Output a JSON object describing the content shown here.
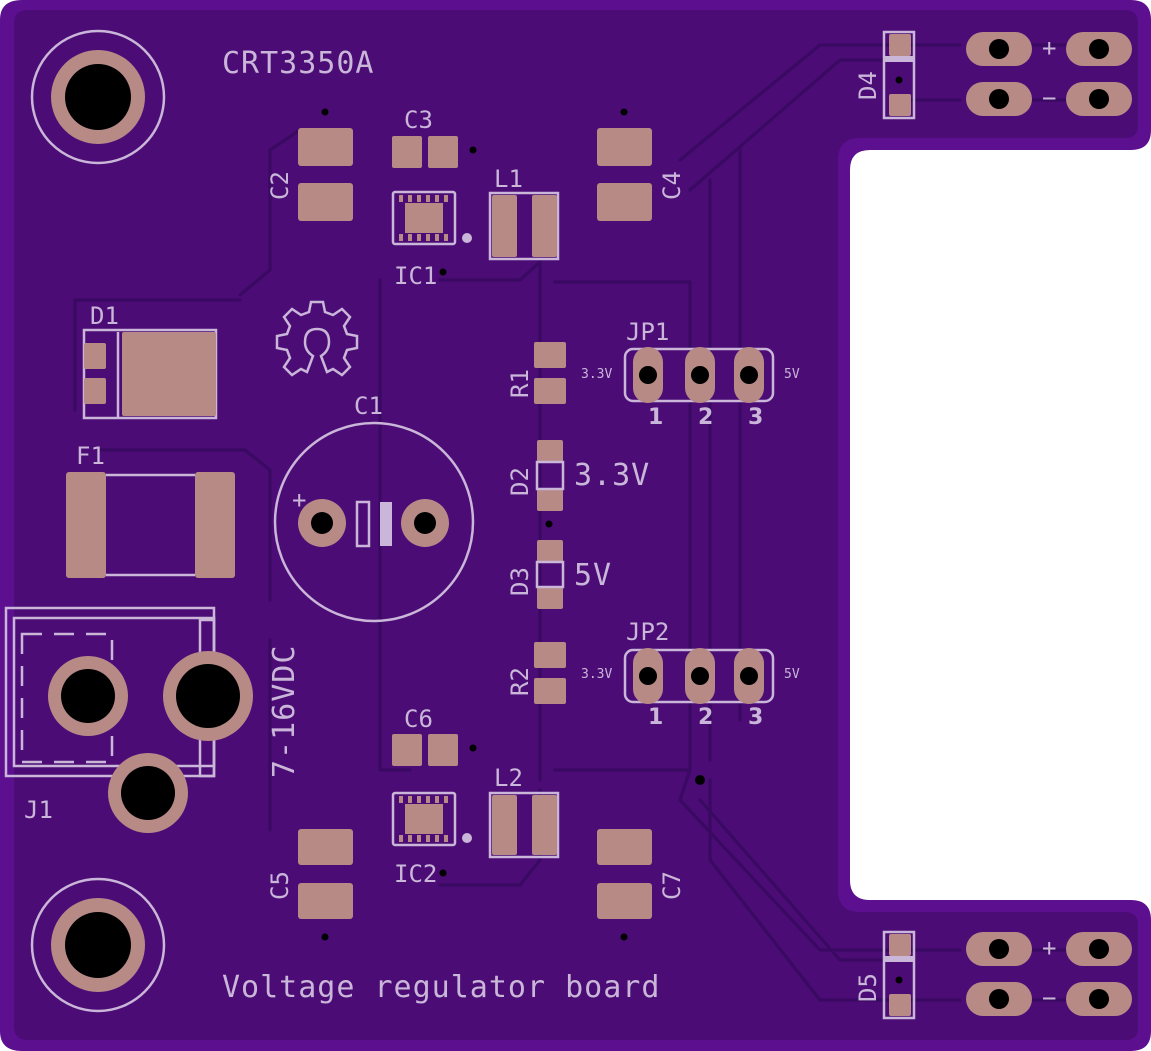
{
  "board": {
    "part_number": "CRT3350A",
    "title": "Voltage regulator board",
    "input_voltage": "7-16VDC",
    "colors": {
      "substrate": "#5c0f8f",
      "copper_pour": "#4b0c76",
      "silkscreen": "#c9b6d8",
      "pad": "#b78a86"
    }
  },
  "refs": {
    "C1": "C1",
    "C2": "C2",
    "C3": "C3",
    "C4": "C4",
    "C5": "C5",
    "C6": "C6",
    "C7": "C7",
    "L1": "L1",
    "L2": "L2",
    "IC1": "IC1",
    "IC2": "IC2",
    "D1": "D1",
    "D2": "D2",
    "D3": "D3",
    "D4": "D4",
    "D5": "D5",
    "R1": "R1",
    "R2": "R2",
    "F1": "F1",
    "J1": "J1",
    "JP1": "JP1",
    "JP2": "JP2"
  },
  "led_labels": {
    "d2": "3.3V",
    "d3": "5V"
  },
  "jumper": {
    "low": "3.3V",
    "high": "5V",
    "pins": [
      "1",
      "2",
      "3"
    ]
  },
  "output_polarity": {
    "plus": "+",
    "minus": "−"
  },
  "c1_polarity": "+"
}
